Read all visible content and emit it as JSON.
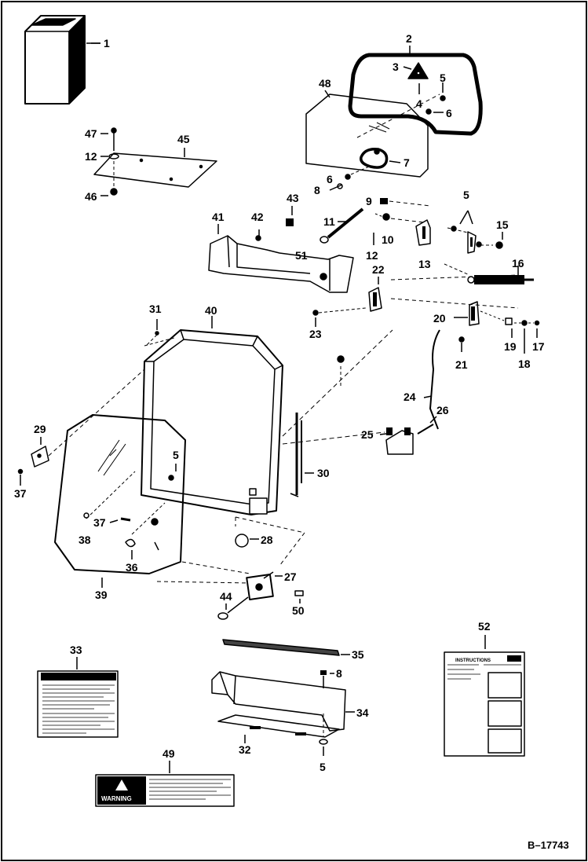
{
  "figure": {
    "reference": "B–17743",
    "callouts": {
      "c1": "1",
      "c2": "2",
      "c3": "3",
      "c4": "4",
      "c5a": "5",
      "c6a": "6",
      "c7": "7",
      "c48": "48",
      "c47": "47",
      "c45": "45",
      "c12a": "12",
      "c46": "46",
      "c6b": "6",
      "c8a": "8",
      "c9": "9",
      "c5b": "5",
      "c43": "43",
      "c41": "41",
      "c42": "42",
      "c11": "11",
      "c10": "10",
      "c15": "15",
      "c13": "13",
      "c12b": "12",
      "c51": "51",
      "c22": "22",
      "c16": "16",
      "c31": "31",
      "c40": "40",
      "c23": "23",
      "c20": "20",
      "c19": "19",
      "c17": "17",
      "c18": "18",
      "c21": "21",
      "c24": "24",
      "c26": "26",
      "c25": "25",
      "c29": "29",
      "c37a": "37",
      "c5c": "5",
      "c30": "30",
      "c37b": "37",
      "c38": "38",
      "c28": "28",
      "c36": "36",
      "c39": "39",
      "c27": "27",
      "c44": "44",
      "c50": "50",
      "c33": "33",
      "c52": "52",
      "c35": "35",
      "c8b": "8",
      "c34": "34",
      "c32": "32",
      "c5d": "5",
      "c49": "49"
    },
    "decal_49_heading": "WARNING",
    "decal_52_heading": "INSTRUCTIONS"
  }
}
